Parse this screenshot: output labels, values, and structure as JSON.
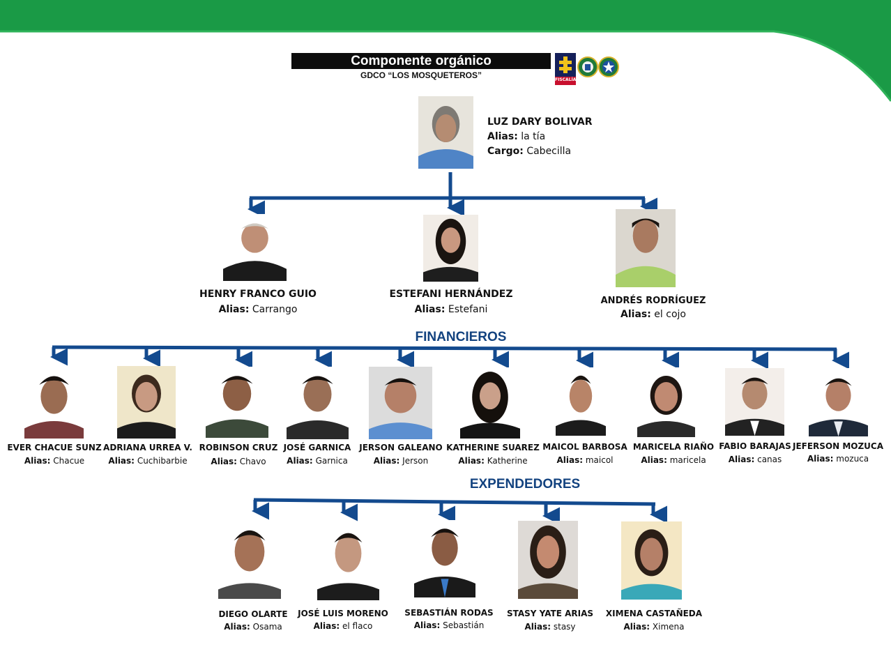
{
  "header": {
    "title": "Componente orgánico",
    "subtitle": "GDCO “LOS MOSQUETEROS”",
    "logo_text": "FISCALÍA",
    "colors": {
      "banner_green": "#1a9a46",
      "title_bar": "#0c0c0c",
      "connector_blue": "#134a8e",
      "section_title": "#12427f"
    }
  },
  "labels": {
    "alias_label": "Alias:",
    "cargo_label": "Cargo:"
  },
  "leader": {
    "name": "LUZ DARY BOLIVAR",
    "alias": "la tía",
    "cargo": "Cabecilla"
  },
  "tier2": [
    {
      "name": "HENRY FRANCO GUIO",
      "alias": "Carrango"
    },
    {
      "name": "ESTEFANI HERNÁNDEZ",
      "alias": "Estefani"
    },
    {
      "name": "ANDRÉS RODRÍGUEZ",
      "alias": "el cojo"
    }
  ],
  "sections": {
    "financieros": "FINANCIEROS",
    "expendedores": "EXPENDEDORES"
  },
  "financieros": [
    {
      "name": "EVER CHACUE SUNZ",
      "alias": "Chacue"
    },
    {
      "name": "ADRIANA URREA V.",
      "alias": "Cuchibarbie"
    },
    {
      "name": "ROBINSON CRUZ",
      "alias": "Chavo"
    },
    {
      "name": "JOSÉ GARNICA",
      "alias": "Garnica"
    },
    {
      "name": "JERSON GALEANO",
      "alias": "Jerson"
    },
    {
      "name": "KATHERINE SUAREZ",
      "alias": "Katherine"
    },
    {
      "name": "MAICOL BARBOSA",
      "alias": "maicol"
    },
    {
      "name": "MARICELA RIAÑO",
      "alias": "maricela"
    },
    {
      "name": "FABIO BARAJAS",
      "alias": "canas"
    },
    {
      "name": "JEFERSON MOZUCA",
      "alias": "mozuca"
    }
  ],
  "expendedores": [
    {
      "name": "DIEGO OLARTE",
      "alias": "Osama"
    },
    {
      "name": "JOSÉ LUIS MORENO",
      "alias": "el flaco"
    },
    {
      "name": "SEBASTIÁN RODAS",
      "alias": "Sebastián"
    },
    {
      "name": "STASY YATE ARIAS",
      "alias": "stasy"
    },
    {
      "name": "XIMENA CASTAÑEDA",
      "alias": "Ximena"
    }
  ]
}
